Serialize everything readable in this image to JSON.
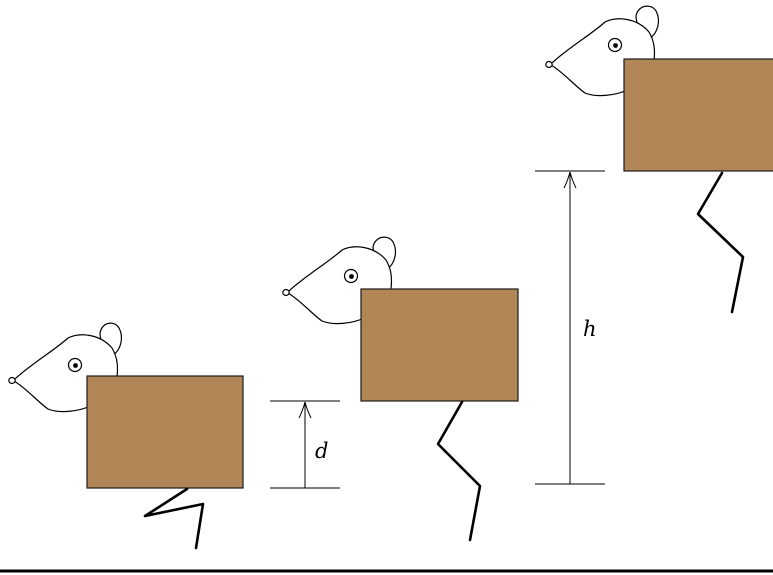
{
  "colors": {
    "box_fill": "#b08657",
    "box_stroke": "#1a1a1a",
    "line": "#000000",
    "background": "#ffffff"
  },
  "figures": [
    {
      "id": "crouch",
      "pose": "crouched"
    },
    {
      "id": "extend",
      "pose": "extended"
    },
    {
      "id": "airborne",
      "pose": "airborne"
    }
  ],
  "labels": {
    "crouch_distance": "d",
    "jump_height": "h"
  },
  "icons": {
    "figure": "mouse-with-box-icon",
    "arrow": "arrow-up-icon"
  }
}
